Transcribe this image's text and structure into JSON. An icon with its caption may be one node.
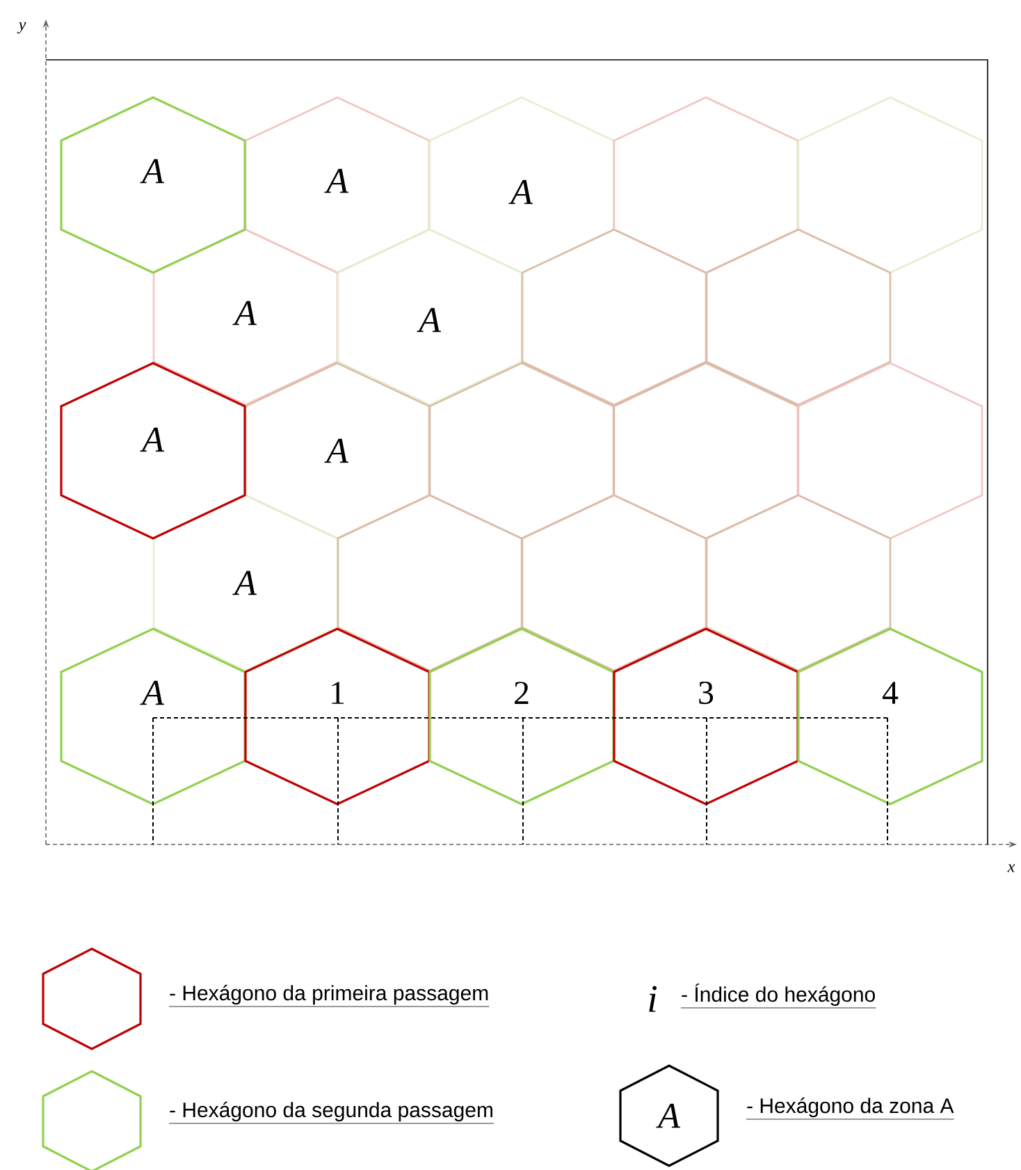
{
  "diagram": {
    "nodes": [
      {
        "text": [
          "A"
        ]
      },
      {
        "text": [
          "A"
        ]
      },
      {
        "text": [
          "A"
        ]
      },
      {
        "text": [],
        "shape": "hexagon"
      },
      {
        "text": [],
        "shape": "hexagon"
      },
      {
        "text": [
          "A"
        ]
      },
      {
        "text": [
          "A"
        ]
      },
      {
        "text": [],
        "shape": "hexagon"
      },
      {
        "text": [],
        "shape": "hexagon"
      },
      {
        "text": [
          "A"
        ]
      },
      {
        "text": [
          "A"
        ]
      },
      {
        "text": [],
        "shape": "hexagon"
      },
      {
        "text": [],
        "shape": "hexagon"
      },
      {
        "text": [],
        "shape": "hexagon"
      },
      {
        "text": [
          "A"
        ]
      },
      {
        "text": [],
        "shape": "hexagon"
      },
      {
        "text": [],
        "shape": "hexagon"
      },
      {
        "text": [],
        "shape": "hexagon"
      },
      {
        "text": [
          "A"
        ]
      },
      {
        "text": [
          "1"
        ]
      },
      {
        "text": [
          "2"
        ]
      },
      {
        "text": [
          "3"
        ]
      },
      {
        "text": [
          "4"
        ]
      }
    ],
    "labels": [
      "y",
      "x",
      "i",
      "A"
    ],
    "legend": [
      {
        "text": "- Hexágono da primeira passagem"
      },
      {
        "text": "- Índice do hexágono"
      },
      {
        "text": "- Hexágono da segunda passagem"
      },
      {
        "text": "- Hexágono da zona A"
      }
    ]
  }
}
